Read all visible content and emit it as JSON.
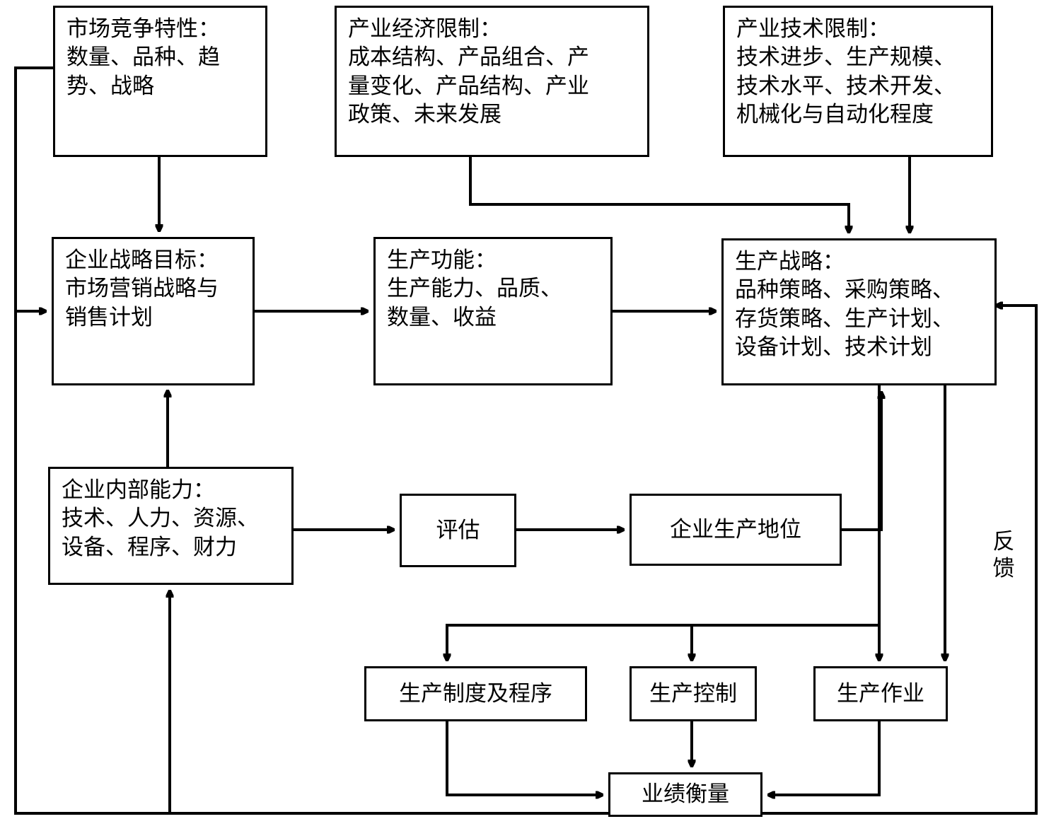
{
  "diagram": {
    "title_hidden": "",
    "nodes": {
      "market_competition": "市场竞争特性：\n数量、品种、趋\n势、战略",
      "industry_economic_limits": "产业经济限制：\n成本结构、产品组合、产\n量变化、产品结构、产业\n政策、未来发展",
      "industry_tech_limits": "产业技术限制：\n技术进步、生产规模、\n技术水平、技术开发、\n机械化与自动化程度",
      "enterprise_strategy_goal": "企业战略目标：\n市场营销战略与\n销售计划",
      "production_function": "生产功能：\n生产能力、品质、\n数量、收益",
      "production_strategy": "生产战略：\n品种策略、采购策略、\n存货策略、生产计划、\n设备计划、技术计划",
      "internal_capability": "企业内部能力：\n技术、人力、资源、\n设备、程序、财力",
      "evaluation": "评估",
      "production_position": "企业生产地位",
      "production_system": "生产制度及程序",
      "production_control": "生产控制",
      "production_operation": "生产作业",
      "performance_measure": "业绩衡量"
    },
    "labels": {
      "feedback": "反\n馈"
    },
    "colors": {
      "line": "#000000",
      "box_border": "#000000",
      "background": "#ffffff",
      "text": "#000000"
    }
  }
}
